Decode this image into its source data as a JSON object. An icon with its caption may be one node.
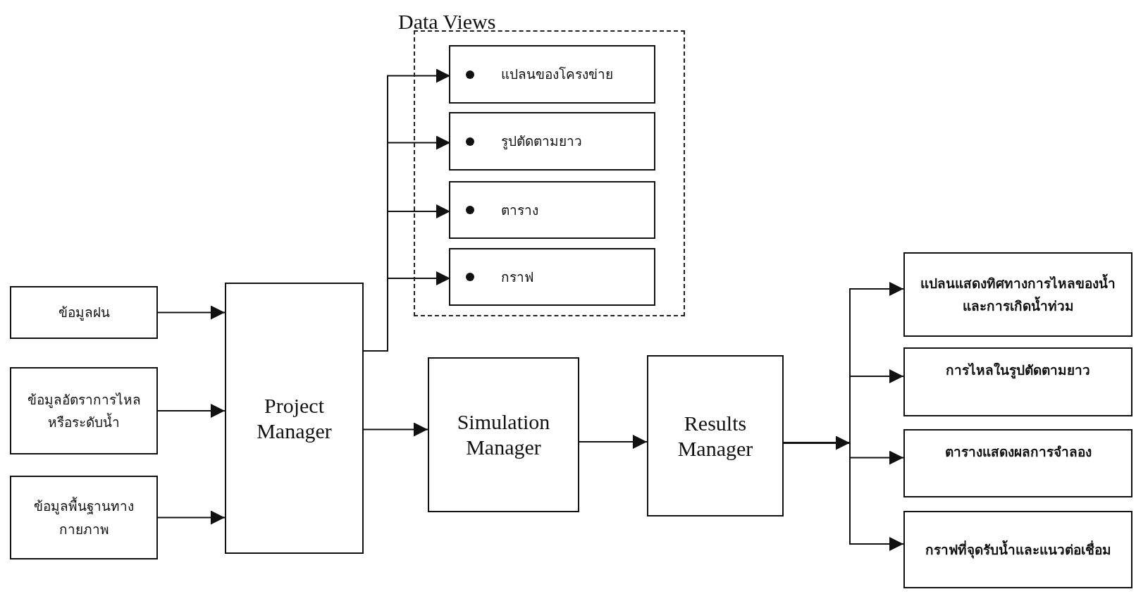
{
  "diagram": {
    "nodes": [
      {
        "text": [
          "ข้อมูลฝน"
        ]
      },
      {
        "text": [
          "ข้อมูลอัตราการไหลหรือระดับน้ำ"
        ]
      },
      {
        "text": [
          "ข้อมูลพื้นฐานทางกายภาพ"
        ]
      },
      {
        "text": [
          "Project Manager"
        ]
      },
      {
        "text": [
          "Data Views"
        ]
      },
      {
        "text": [
          "แปลนของโครงข่าย"
        ],
        "in": 4
      },
      {
        "text": [
          "รูปตัดตามยาว"
        ],
        "in": 4
      },
      {
        "text": [
          "ตาราง"
        ],
        "in": 4
      },
      {
        "text": [
          "กราฟ"
        ],
        "in": 4
      },
      {
        "text": [
          "Simulation Manager"
        ]
      },
      {
        "text": [
          "Results Manager"
        ]
      },
      {
        "text": [
          "แปลนแสดงทิศทางการไหลของน้ำและการเกิดน้ำท่วม"
        ]
      },
      {
        "text": [
          "การไหลในรูปตัดตามยาว"
        ]
      },
      {
        "text": [
          "ตารางแสดงผลการจำลอง"
        ]
      },
      {
        "text": [
          "กราฟที่จุดรับน้ำและแนวต่อเชื่อม"
        ]
      }
    ],
    "edges": [
      {
        "from": 0,
        "to": 3,
        "arrow": "to"
      },
      {
        "from": 1,
        "to": 3,
        "arrow": "to"
      },
      {
        "from": 2,
        "to": 3,
        "arrow": "to"
      },
      {
        "from": 3,
        "to": 5,
        "arrow": "to"
      },
      {
        "from": 3,
        "to": 6,
        "arrow": "to"
      },
      {
        "from": 3,
        "to": 7,
        "arrow": "to"
      },
      {
        "from": 3,
        "to": 8,
        "arrow": "to"
      },
      {
        "from": 3,
        "to": 9,
        "arrow": "to"
      },
      {
        "from": 9,
        "to": 10,
        "arrow": "to"
      },
      {
        "from": 10,
        "to": 11,
        "arrow": "to"
      },
      {
        "from": 10,
        "to": 12,
        "arrow": "to"
      },
      {
        "from": 10,
        "to": 13,
        "arrow": "to"
      },
      {
        "from": 10,
        "to": 14,
        "arrow": "to"
      }
    ]
  }
}
